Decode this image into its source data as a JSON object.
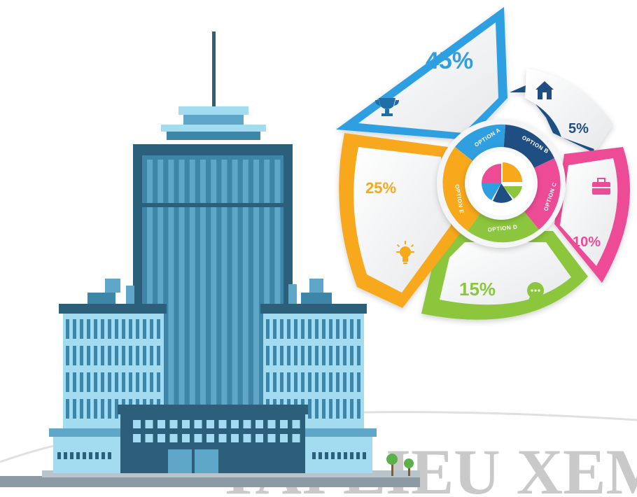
{
  "watermark": {
    "text": "TAI LIEU XEM T"
  },
  "infographic": {
    "segments": [
      {
        "option": "OPTION A",
        "percent": "45%",
        "color": "#2f9fe0",
        "icon": "trophy-icon"
      },
      {
        "option": "OPTION B",
        "percent": "5%",
        "color": "#1f4f82",
        "icon": "house-icon"
      },
      {
        "option": "OPTION C",
        "percent": "10%",
        "color": "#ee4b96",
        "icon": "briefcase-icon"
      },
      {
        "option": "OPTION D",
        "percent": "15%",
        "color": "#8cc63e",
        "icon": "chat-bubble-icon"
      },
      {
        "option": "OPTION E",
        "percent": "25%",
        "color": "#f7a81b",
        "icon": "lightbulb-icon"
      }
    ]
  },
  "colors": {
    "tower_dark": "#2c5f7a",
    "tower_mid": "#3d86a7",
    "tower_light": "#5fa7c8",
    "wing_light": "#a3dcf0",
    "ground": "#8c9aa3"
  }
}
